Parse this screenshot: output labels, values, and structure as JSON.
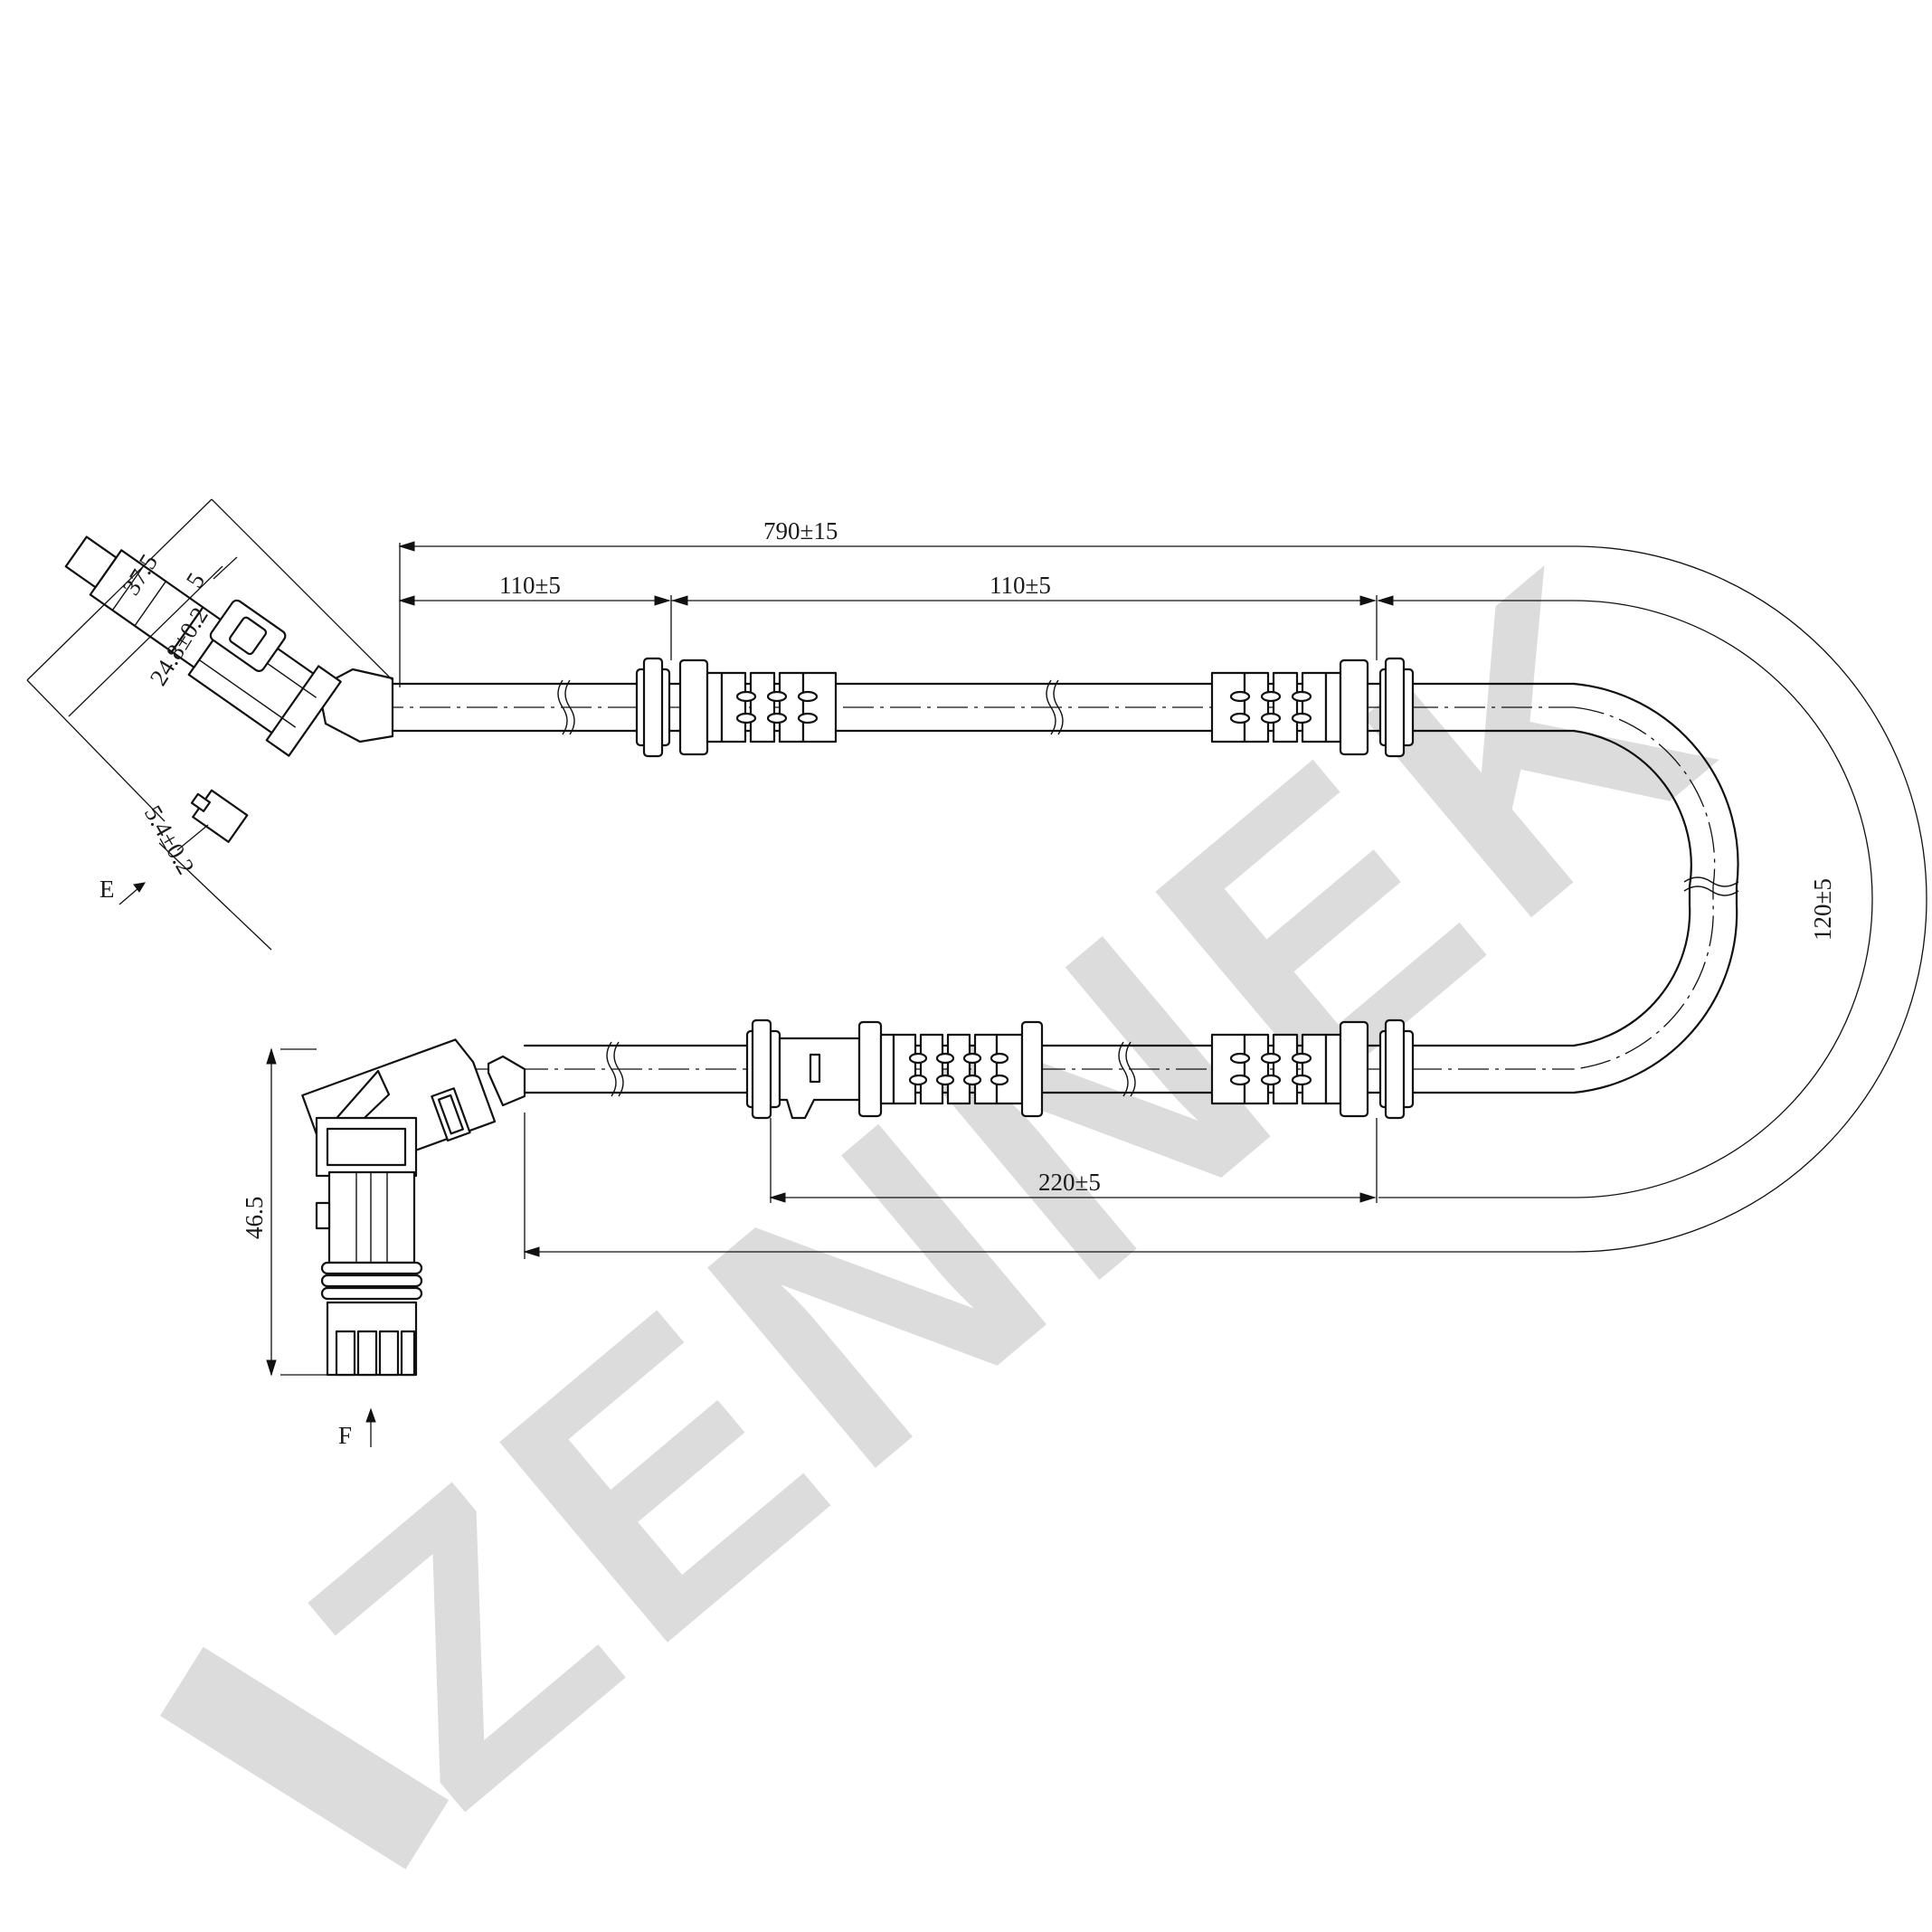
{
  "watermark": {
    "text": "ZENNEK",
    "color": "#dcdcdc"
  },
  "dimensions": {
    "overall_length": "790±15",
    "segment_1": "110±5",
    "segment_2": "110±5",
    "loop": "120±5",
    "lower_segment": "220±5",
    "sensor_width": "37.5",
    "sensor_inner": "24.8±0.2",
    "sensor_tab": "5",
    "sensor_thickness": "5.4±0.2",
    "connector_height": "46.5"
  },
  "view_labels": {
    "sensor_view": "E",
    "connector_view": "F"
  },
  "colors": {
    "line": "#111111",
    "watermark": "#dcdcdc",
    "background": "#ffffff"
  }
}
